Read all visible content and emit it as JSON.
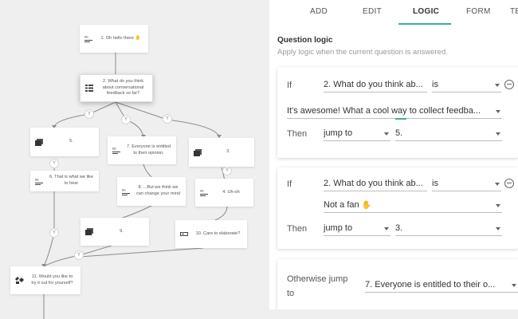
{
  "tabs": [
    {
      "label": "ADD"
    },
    {
      "label": "EDIT"
    },
    {
      "label": "LOGIC",
      "active": true
    },
    {
      "label": "FORM"
    },
    {
      "label": "TE"
    }
  ],
  "section": {
    "title": "Question logic",
    "subtitle": "Apply logic when the current question is answered."
  },
  "rules": [
    {
      "if_label": "If",
      "question": "2. What do you think ab...",
      "operator": "is",
      "answer": "It's awesome! What a cool way to collect feedba...",
      "then_label": "Then",
      "action": "jump to",
      "target": "5."
    },
    {
      "if_label": "If",
      "question": "2. What do you think ab...",
      "operator": "is",
      "answer": "Not a fan",
      "answer_icon": "thumbs-down-icon",
      "then_label": "Then",
      "action": "jump to",
      "target": "3."
    }
  ],
  "otherwise": {
    "label_line1": "Otherwise jump",
    "label_line2": "to",
    "target": "7. Everyone is entitled to their o..."
  },
  "flow": {
    "nodes": [
      {
        "id": "n1",
        "text": "1. Oh hello there",
        "icon": "statement-icon",
        "emoji": "wave-icon"
      },
      {
        "id": "n2",
        "text": "2. What do you think about conversational feedback so far?",
        "icon": "multiple-choice-icon"
      },
      {
        "id": "n5",
        "text": "5.",
        "icon": "picture-choice-icon"
      },
      {
        "id": "n7",
        "text": "7. Everyone is entitled to their opinion.",
        "icon": "statement-icon"
      },
      {
        "id": "n3",
        "text": "3.",
        "icon": "picture-choice-icon"
      },
      {
        "id": "n6",
        "text": "6. That is what we like to hear",
        "icon": "statement-icon"
      },
      {
        "id": "n8",
        "text": "8. ...But we think we can change your mind",
        "icon": "statement-icon"
      },
      {
        "id": "n4",
        "text": "4. Uh-oh",
        "icon": "statement-icon"
      },
      {
        "id": "n9",
        "text": "9.",
        "icon": "picture-choice-icon"
      },
      {
        "id": "n10",
        "text": "10. Care to elaborate?",
        "icon": "short-text-icon"
      },
      {
        "id": "n11",
        "text": "11. Would you like to try it out for yourself?",
        "icon": "yes-no-icon"
      }
    ],
    "connector_glyph": "Y"
  }
}
